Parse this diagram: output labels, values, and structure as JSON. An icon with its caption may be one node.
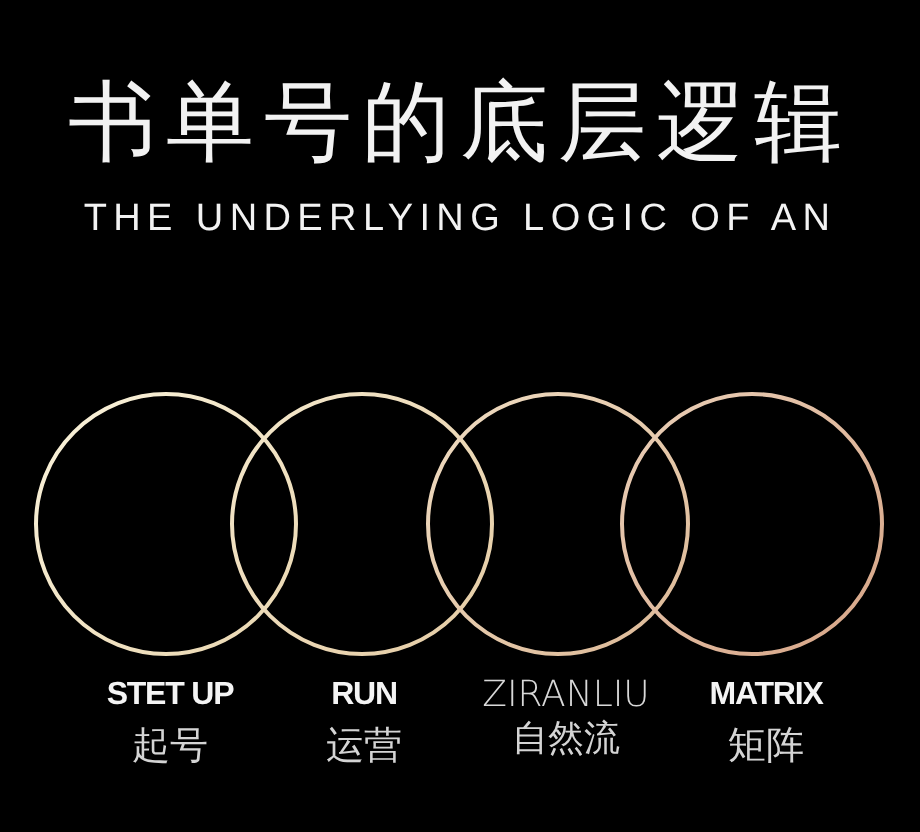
{
  "diagram": {
    "title": "书单号的底层逻辑",
    "nodes": [
      {
        "text": [],
        "shape": "circle",
        "beside": [
          "STET UP",
          "起号"
        ]
      },
      {
        "text": [],
        "shape": "circle",
        "beside": [
          "RUN",
          "运营"
        ]
      },
      {
        "text": [],
        "shape": "circle",
        "beside": [
          "ZIRANLIU",
          "自然流"
        ]
      },
      {
        "text": [],
        "shape": "circle",
        "beside": [
          "MATRIX",
          "矩阵"
        ]
      }
    ],
    "labels": [
      "THE UNDERLYING LOGIC OF AN"
    ]
  }
}
